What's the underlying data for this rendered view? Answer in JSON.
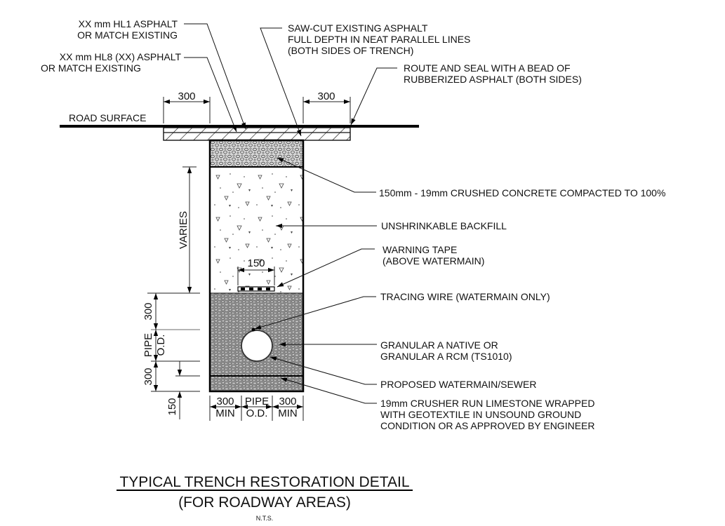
{
  "title": {
    "main": "TYPICAL TRENCH RESTORATION DETAIL",
    "sub": "(FOR ROADWAY AREAS)",
    "scale": "N.T.S."
  },
  "labels": {
    "hl1": [
      "XX mm HL1 ASPHALT",
      "OR MATCH EXISTING"
    ],
    "hl8": [
      "XX mm HL8 (XX) ASPHALT",
      "OR MATCH EXISTING"
    ],
    "sawcut": [
      "SAW-CUT EXISTING ASPHALT",
      "FULL DEPTH IN NEAT PARALLEL LINES",
      "(BOTH SIDES OF TRENCH)"
    ],
    "route_seal": [
      "ROUTE AND SEAL WITH A BEAD OF",
      "RUBBERIZED ASPHALT (BOTH SIDES)"
    ],
    "road_surface": "ROAD SURFACE",
    "crushed_concrete": "150mm - 19mm CRUSHED CONCRETE COMPACTED TO 100%",
    "backfill": "UNSHRINKABLE BACKFILL",
    "warning_tape": [
      "WARNING TAPE",
      "(ABOVE WATERMAIN)"
    ],
    "tracing_wire": "TRACING WIRE (WATERMAIN ONLY)",
    "granular": [
      "GRANULAR A NATIVE OR",
      "GRANULAR A RCM (TS1010)"
    ],
    "pipe": "PROPOSED WATERMAIN/SEWER",
    "bedding": [
      "19mm CRUSHER RUN LIMESTONE WRAPPED",
      "WITH GEOTEXTILE IN UNSOUND GROUND",
      "CONDITION OR AS APPROVED BY ENGINEER"
    ]
  },
  "dimensions": {
    "left_overlap": "300",
    "right_overlap": "300",
    "varies": "VARIES",
    "tape_width": "150",
    "above_pipe": "300",
    "pipe_od_v": [
      "PIPE",
      "O.D."
    ],
    "below_pipe": "300",
    "bedding": "150",
    "bottom_left": [
      "300",
      "MIN"
    ],
    "bottom_mid": [
      "PIPE",
      "O.D."
    ],
    "bottom_right": [
      "300",
      "MIN"
    ]
  }
}
